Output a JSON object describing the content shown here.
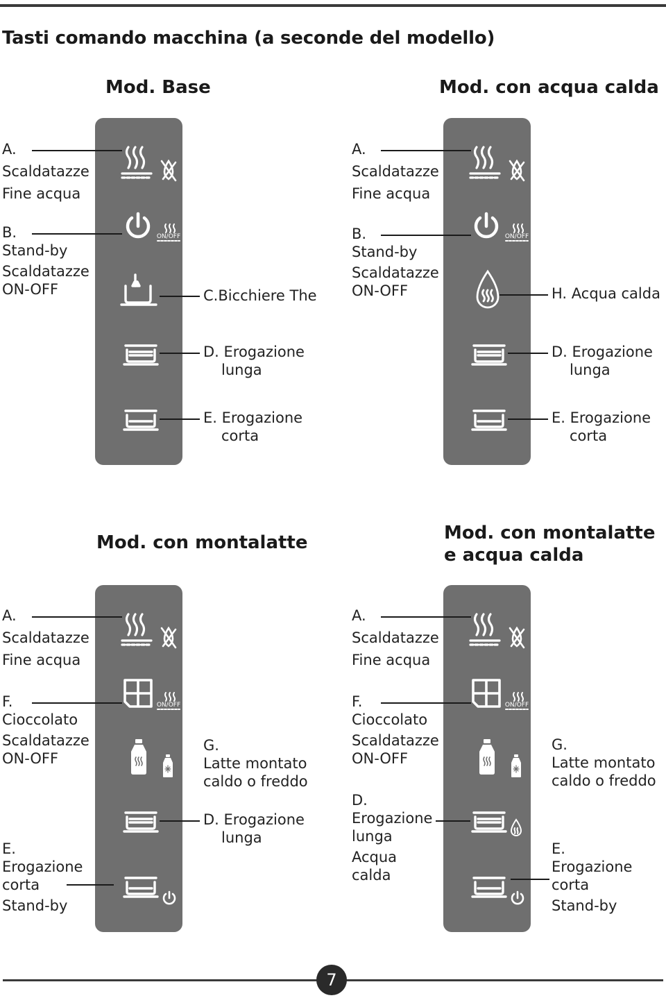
{
  "page_title": "Tasti comando macchina (a seconde del modello)",
  "page_number": "7",
  "models": {
    "base": {
      "title": "Mod. Base",
      "label_a": [
        "A.",
        "Scaldatazze",
        "Fine acqua"
      ],
      "label_b": [
        "B.",
        "Stand-by",
        "Scaldatazze",
        "ON-OFF"
      ],
      "label_c": "C.Bicchiere The",
      "label_d": [
        "D. Erogazione",
        "lunga"
      ],
      "label_e": [
        "E. Erogazione",
        "corta"
      ]
    },
    "hot_water": {
      "title": "Mod. con acqua calda",
      "label_a": [
        "A.",
        "Scaldatazze",
        "Fine acqua"
      ],
      "label_b": [
        "B.",
        "Stand-by",
        "Scaldatazze",
        "ON-OFF"
      ],
      "label_h": "H. Acqua calda",
      "label_d": [
        "D. Erogazione",
        "lunga"
      ],
      "label_e": [
        "E. Erogazione",
        "corta"
      ]
    },
    "milk": {
      "title": "Mod. con montalatte",
      "label_a": [
        "A.",
        "Scaldatazze",
        "Fine acqua"
      ],
      "label_f": [
        "F.",
        "Cioccolato",
        "Scaldatazze",
        "ON-OFF"
      ],
      "label_e": [
        "E.",
        "Erogazione",
        "corta",
        "Stand-by"
      ],
      "label_g": [
        "G.",
        "Latte montato",
        "caldo o freddo"
      ],
      "label_d": [
        "D. Erogazione",
        "lunga"
      ]
    },
    "milk_hot_water": {
      "title_line1": "Mod. con montalatte",
      "title_line2": "e acqua calda",
      "label_a": [
        "A.",
        "Scaldatazze",
        "Fine acqua"
      ],
      "label_f": [
        "F.",
        "Cioccolato",
        "Scaldatazze",
        "ON-OFF"
      ],
      "label_d": [
        "D.",
        "Erogazione",
        "lunga",
        "Acqua",
        "calda"
      ],
      "label_g": [
        "G.",
        "Latte montato",
        "caldo o freddo"
      ],
      "label_e": [
        "E.",
        "Erogazione",
        "corta",
        "Stand-by"
      ]
    }
  },
  "icon_text": {
    "on_off": "ON/OFF"
  },
  "colors": {
    "panel": "#6f6f6f",
    "icon": "#ffffff",
    "page_badge": "#2a2a2a"
  }
}
